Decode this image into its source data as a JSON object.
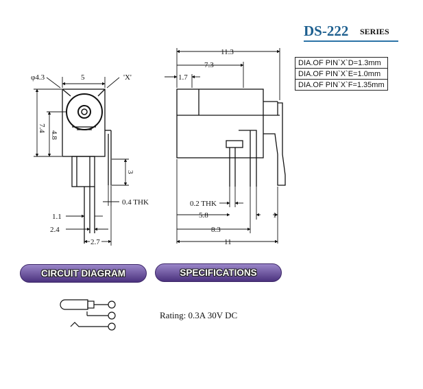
{
  "header": {
    "model": "DS-222",
    "series": "SERIES"
  },
  "pin_table": {
    "rows": [
      "DIA.OF PIN`X`D=1.3mm",
      "DIA.OF PIN`X`E=1.0mm",
      "DIA.OF PIN`X`F=1.35mm"
    ]
  },
  "front_view": {
    "dims": {
      "dia": "φ4.3",
      "width": "5",
      "pin_ref": "'X'",
      "height_total": "7.4",
      "height_center": "4.8",
      "pin_len": "3",
      "thk": "0.4 THK",
      "d1": "1.1",
      "d2": "2.4",
      "d3": "2.7"
    }
  },
  "side_view": {
    "dims": {
      "length": "11.3",
      "mid": "7.3",
      "front": "1.7",
      "thk": "0.2 THK",
      "pin_a": "5.8",
      "pin_b": "8.3",
      "pin_c": "1",
      "base": "11"
    }
  },
  "sections": {
    "circuit": "CIRCUIT DIAGRAM",
    "specs": "SPECIFICATIONS"
  },
  "specs": {
    "rating": "Rating: 0.3A 30V DC"
  }
}
